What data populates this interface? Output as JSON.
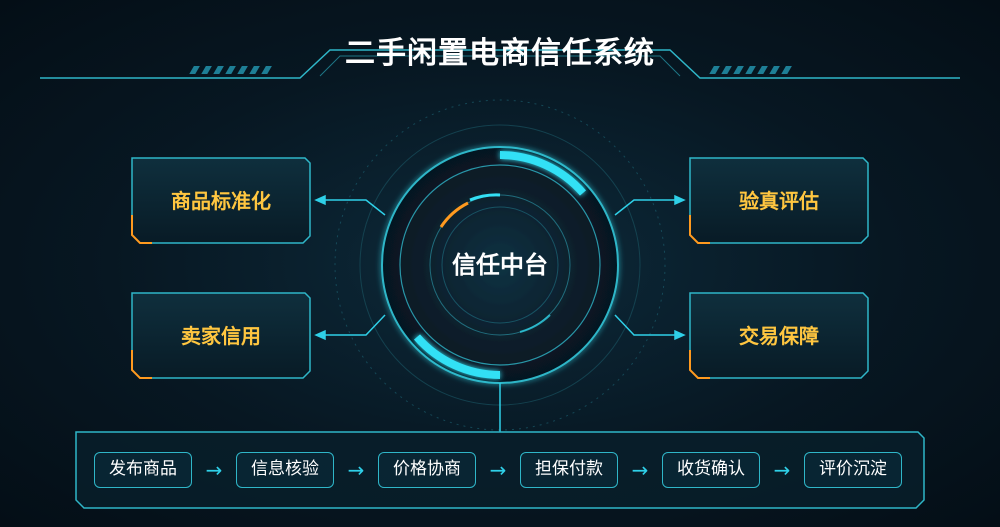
{
  "title": "二手闲置电商信任系统",
  "center": {
    "label": "信任中台"
  },
  "modules": {
    "left_top": "商品标准化",
    "left_bottom": "卖家信用",
    "right_top": "验真评估",
    "right_bottom": "交易保障"
  },
  "flow": {
    "steps": [
      "发布商品",
      "信息核验",
      "价格协商",
      "担保付款",
      "收货确认",
      "评价沉淀"
    ],
    "arrow_glyph": "→"
  },
  "colors": {
    "accent_cyan": "#2fd0e8",
    "accent_orange": "#ff9a1f",
    "module_text": "#ffc640",
    "background": "#071722"
  }
}
